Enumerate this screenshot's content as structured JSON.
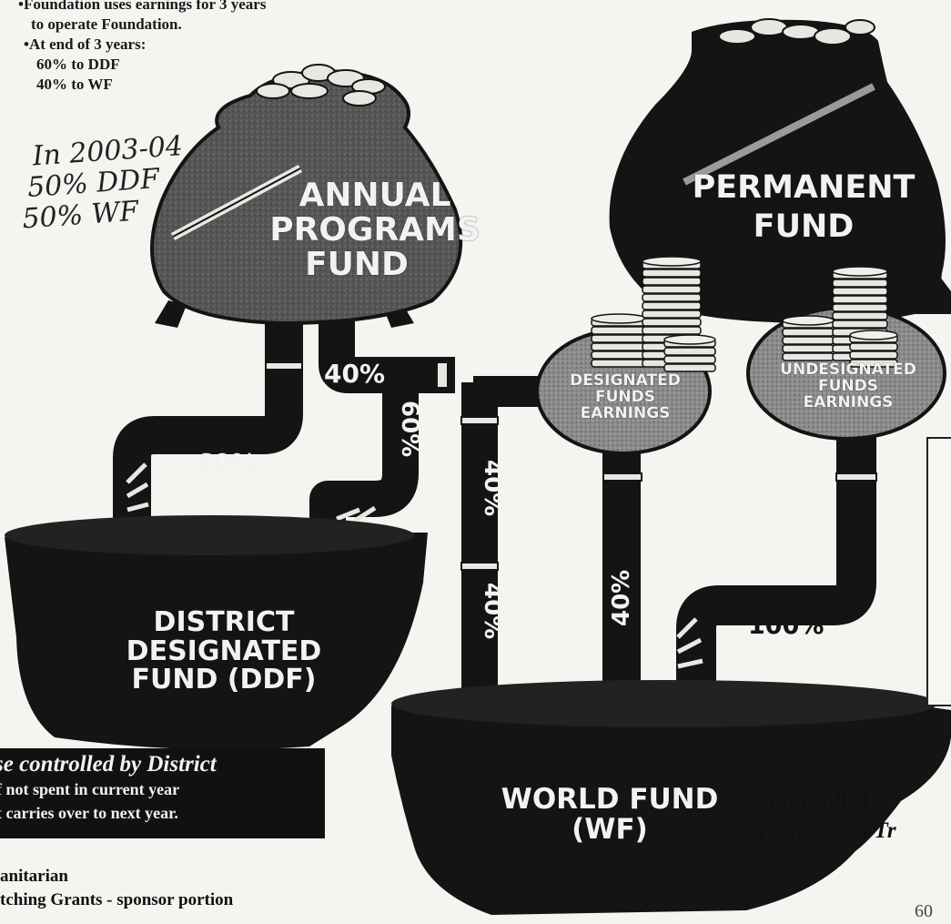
{
  "notes": {
    "line1": "•Foundation uses earnings for 3 years",
    "line2": "to operate Foundation.",
    "line3": "•At end of 3 years:",
    "line4": "60% to DDF",
    "line5": "40% to WF"
  },
  "handwritten": {
    "line1": "In 2003-04",
    "line2": "50% DDF",
    "line3": "50% WF"
  },
  "pots": {
    "annual": [
      "ANNUAL",
      "PROGRAMS",
      "FUND"
    ],
    "permanent": [
      "PERMANENT",
      "FUND"
    ],
    "ddf": [
      "DISTRICT",
      "DESIGNATED",
      "FUND (DDF)"
    ],
    "wf": [
      "WORLD FUND",
      "(WF)"
    ]
  },
  "earnings": {
    "designated": [
      "DESIGNATED",
      "FUNDS",
      "EARNINGS"
    ],
    "undesignated": [
      "UNDESIGNATED",
      "FUNDS",
      "EARNINGS"
    ]
  },
  "flows": {
    "annual_to_ddf": "60%",
    "annual_branch": "40%",
    "designated_to_ddf": "60%",
    "designated_to_wf_a": "40%",
    "designated_to_wf_b": "40%",
    "designated_to_wf_c": "40%",
    "undesignated_to_wf": "100%"
  },
  "ddf_note": {
    "line1": "se controlled by  District",
    "line2": "f not spent in current year",
    "line3": "t carries over to next year."
  },
  "wf_note": {
    "line1": "Controlled",
    "line2": "Foundation Tr"
  },
  "bottom_text": {
    "line1": "anitarian",
    "line2": "tching Grants - sponsor portion"
  },
  "page_number": "60",
  "colors": {
    "ink": "#141414",
    "pot_gray": "#4a4a4a",
    "earnings_gray": "#7a7a7a",
    "paper": "#f4f4f1",
    "coin": "#e8e8e2"
  }
}
